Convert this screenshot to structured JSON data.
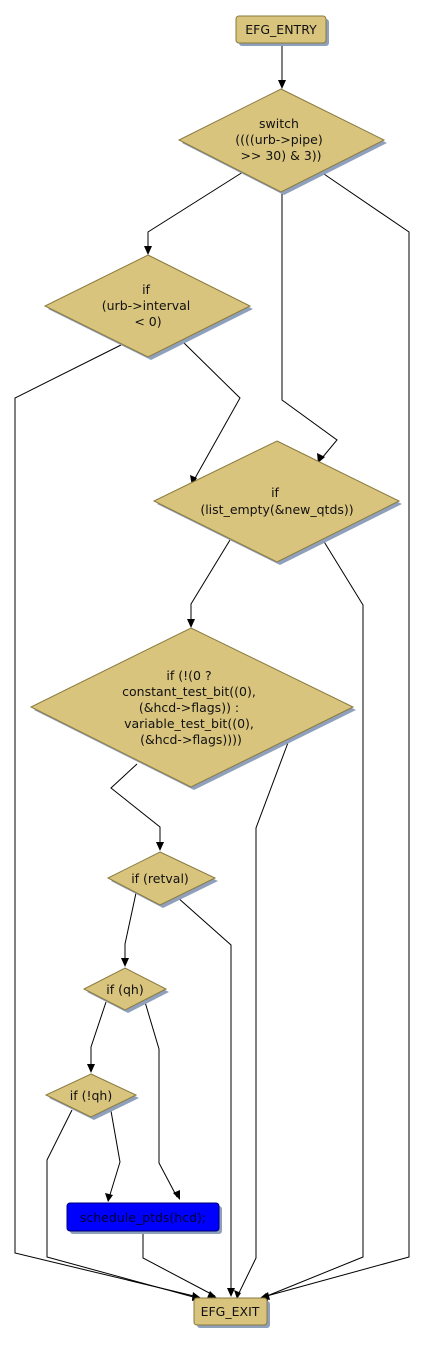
{
  "nodes": {
    "entry": {
      "label": "EFG_ENTRY"
    },
    "switch": {
      "lines": [
        "switch",
        "((((urb->pipe)",
        ">> 30) & 3))"
      ]
    },
    "if_interval": {
      "lines": [
        "if",
        "(urb->interval",
        "< 0)"
      ]
    },
    "if_list_empty": {
      "lines": [
        "if",
        "(list_empty(&new_qtds))"
      ]
    },
    "if_test_bit": {
      "lines": [
        "if (!(0 ?",
        "constant_test_bit((0),",
        "(&hcd->flags)) :",
        "variable_test_bit((0),",
        "(&hcd->flags))))"
      ]
    },
    "if_retval": {
      "label": "if (retval)"
    },
    "if_qh": {
      "label": "if (qh)"
    },
    "if_not_qh": {
      "label": "if (!qh)"
    },
    "schedule": {
      "label": "schedule_ptds(hcd);"
    },
    "exit": {
      "label": "EFG_EXIT"
    }
  },
  "colors": {
    "node_fill": "#d9c47e",
    "node_shadow": "#8fa0bd",
    "node_stroke": "#8a7a3e",
    "highlight_fill": "#0000ff",
    "edge": "#000000"
  }
}
